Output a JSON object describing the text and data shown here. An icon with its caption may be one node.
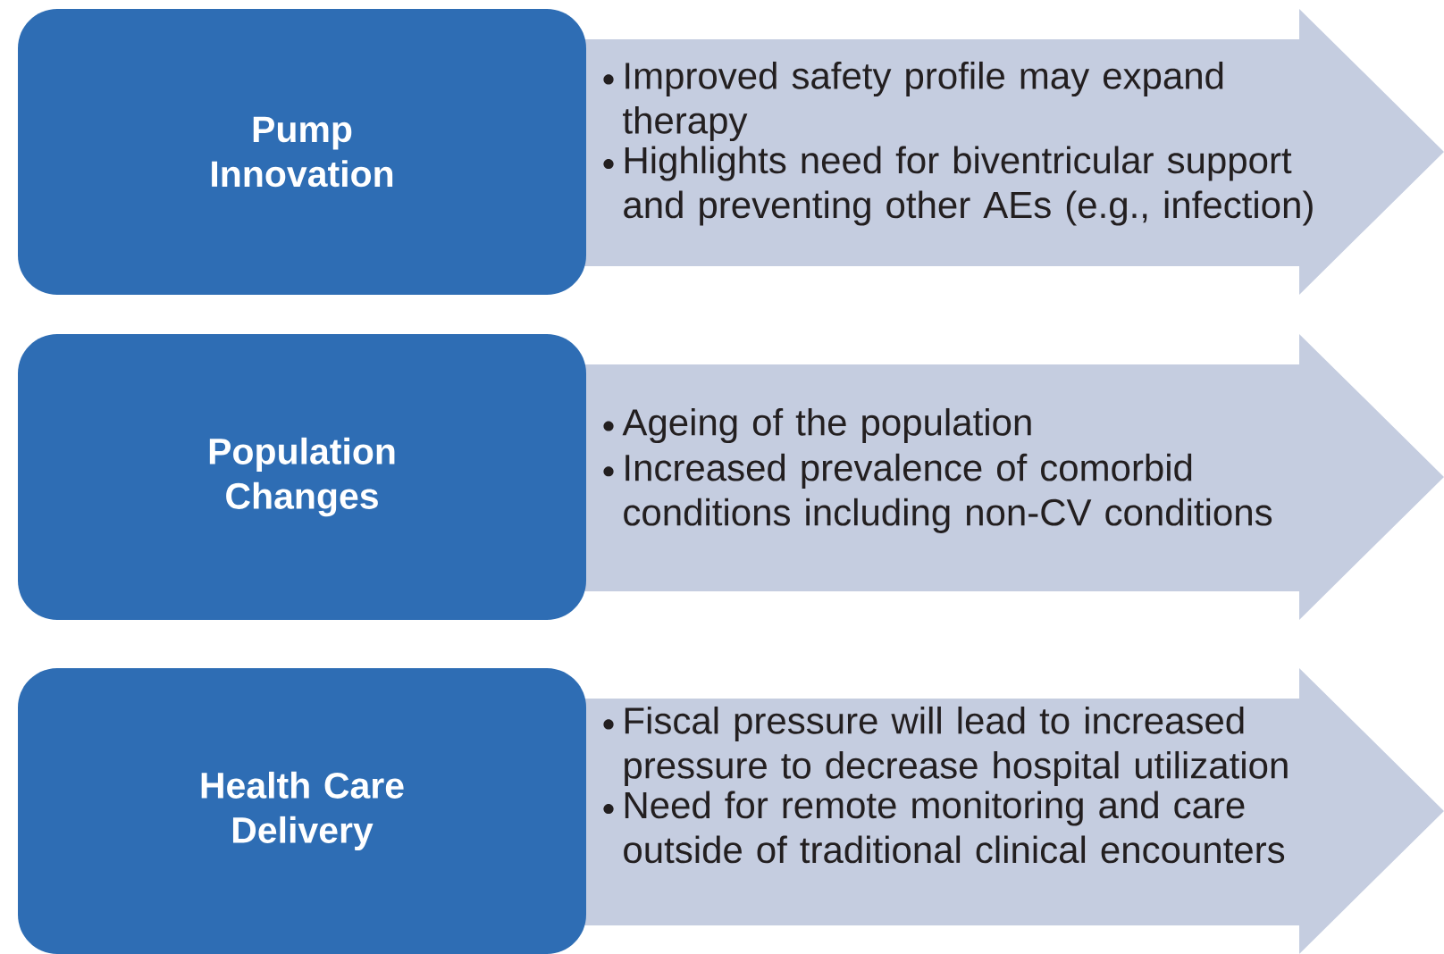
{
  "diagram": {
    "nodes": [
      {
        "text": [
          "Pump Innovation"
        ]
      },
      {
        "text": [
          "Improved safety profile may expand therapy",
          "Highlights need for biventricular support and preventing other AEs (e.g., infection)"
        ]
      },
      {
        "text": [
          "Population Changes"
        ]
      },
      {
        "text": [
          "Ageing of the population",
          "Increased prevalence of comorbid conditions including non-CV conditions"
        ]
      },
      {
        "text": [
          "Health Care Delivery"
        ]
      },
      {
        "text": [
          "Fiscal pressure will lead to increased pressure to decrease hospital utilization",
          "Need for remote monitoring and care outside of traditional clinical encounters"
        ]
      }
    ]
  }
}
